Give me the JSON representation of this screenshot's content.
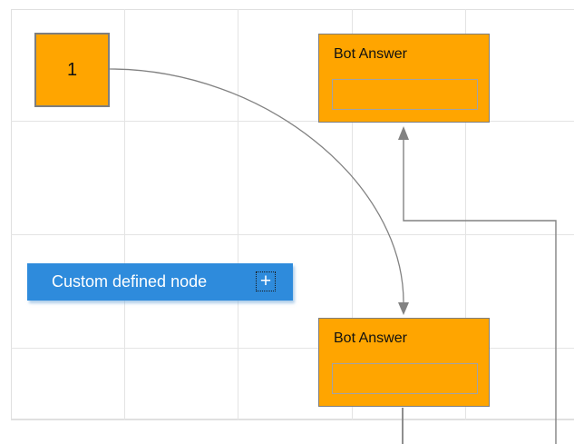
{
  "diagram": {
    "nodes": {
      "start": {
        "label": "1",
        "shape": "square"
      },
      "bot_answer_top": {
        "title": "Bot Answer",
        "input_value": ""
      },
      "bot_answer_bottom": {
        "title": "Bot Answer",
        "input_value": ""
      },
      "custom_defined": {
        "label": "Custom defined node"
      }
    },
    "connectors": [
      {
        "from": "start",
        "to": "bot_answer_bottom",
        "style": "curved-arrow"
      },
      {
        "from": "bot_answer_bottom",
        "to": "bot_answer_top",
        "style": "orthogonal-arrow"
      }
    ]
  },
  "icons": {
    "plus": "+"
  },
  "colors": {
    "node-orange": "#FFA500",
    "node-blue": "#2E8BDC",
    "node-border": "#7E7E7E",
    "inner-border": "#A3A3A3",
    "connector": "#828282",
    "grid": "#E4E4E4",
    "canvas-border": "#E0E0E0",
    "text-dark": "#111111",
    "text-light": "#FFFFFF"
  }
}
